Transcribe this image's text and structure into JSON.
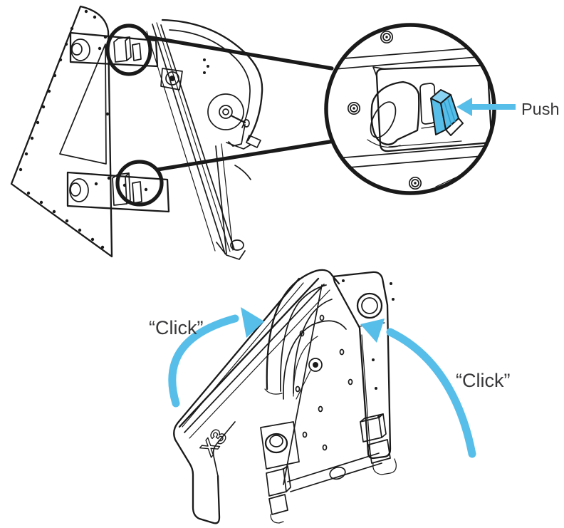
{
  "diagram": {
    "type": "assembly-instruction-figure",
    "labels": {
      "push": "Push",
      "click_left": "“Click”",
      "click_right": "“Click”"
    },
    "frame_logo": "X3",
    "colors": {
      "accent": "#57BEE9",
      "accent_light": "#8AD2F1",
      "accent_dark": "#2E9ECC",
      "line": "#1A1A1A",
      "text": "#38383A",
      "background": "#FFFFFF"
    }
  }
}
